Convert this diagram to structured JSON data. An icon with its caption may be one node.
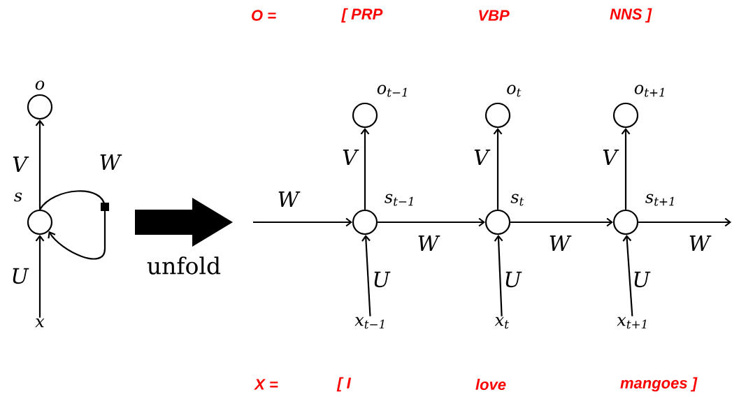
{
  "diagram": {
    "nodes": [
      {
        "text": [],
        "shape": "circle",
        "beside": [
          "o"
        ]
      },
      {
        "text": [],
        "shape": "circle",
        "beside": [
          "s"
        ]
      },
      {
        "text": [
          "x"
        ]
      },
      {
        "text": [],
        "shape": "circle",
        "beside": [
          "o$_{t−1}$"
        ]
      },
      {
        "text": [],
        "shape": "circle",
        "beside": [
          "o$_{t}$"
        ]
      },
      {
        "text": [],
        "shape": "circle",
        "beside": [
          "o$_{t+1}$"
        ]
      },
      {
        "text": [],
        "shape": "circle",
        "beside": [
          "s$_{t−1}$"
        ]
      },
      {
        "text": [],
        "shape": "circle",
        "beside": [
          "s$_{t}$"
        ]
      },
      {
        "text": [],
        "shape": "circle",
        "beside": [
          "s$_{t+1}$"
        ]
      },
      {
        "text": [
          "x$_{t−1}$"
        ]
      },
      {
        "text": [
          "x$_{t}$"
        ]
      },
      {
        "text": [
          "x$_{t+1}$"
        ]
      }
    ],
    "edges": [
      {
        "from": 2,
        "to": 1,
        "arrow": "to",
        "label": "U"
      },
      {
        "from": 1,
        "to": 0,
        "arrow": "to",
        "label": "V"
      },
      {
        "from": 1,
        "to": 1,
        "arrow": "to",
        "label": "W"
      },
      {
        "from": null,
        "to": 6,
        "arrow": "to",
        "label": "W"
      },
      {
        "from": 6,
        "to": 7,
        "arrow": "to",
        "label": "W"
      },
      {
        "from": 7,
        "to": 8,
        "arrow": "to",
        "label": "W"
      },
      {
        "from": 8,
        "to": null,
        "arrow": "to",
        "label": "W"
      },
      {
        "from": 9,
        "to": 6,
        "arrow": "to",
        "label": "U"
      },
      {
        "from": 10,
        "to": 7,
        "arrow": "to",
        "label": "U"
      },
      {
        "from": 11,
        "to": 8,
        "arrow": "to",
        "label": "U"
      },
      {
        "from": 6,
        "to": 3,
        "arrow": "to",
        "label": "V"
      },
      {
        "from": 7,
        "to": 4,
        "arrow": "to",
        "label": "V"
      },
      {
        "from": 8,
        "to": 5,
        "arrow": "to",
        "label": "V"
      }
    ],
    "labels": [
      "O =",
      "[ PRP",
      "VBP",
      "NNS ]",
      "unfold",
      "X =",
      "[ I",
      "love",
      "mangoes ]"
    ]
  }
}
